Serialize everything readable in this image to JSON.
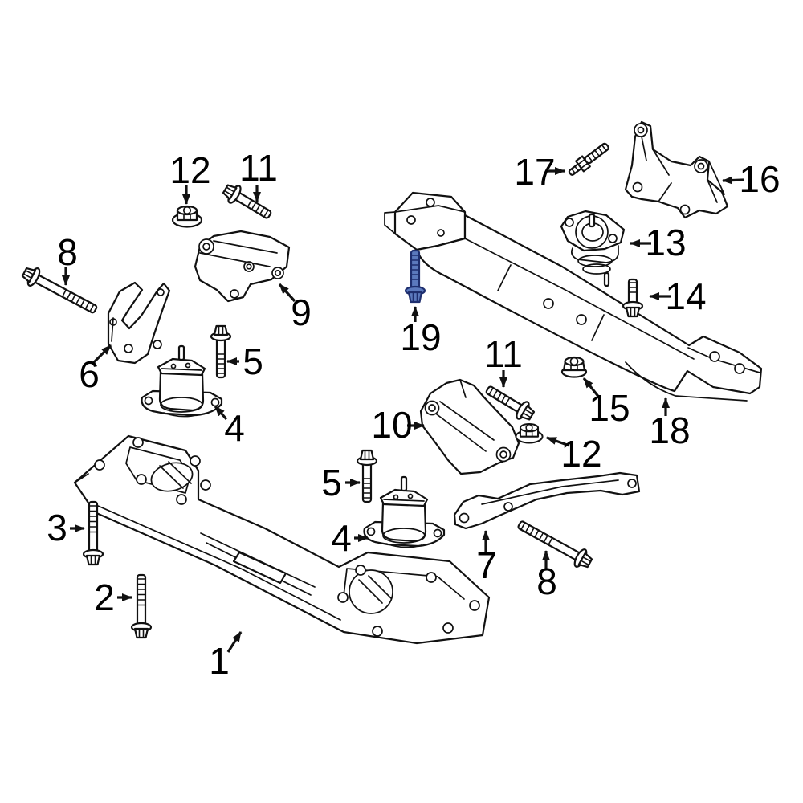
{
  "diagram": {
    "kind": "exploded-parts-diagram",
    "subject": "engine and transmission mounting",
    "background_color": "#ffffff",
    "line_color": "#111111",
    "label_color": "#000000",
    "highlight_fill": "#5b79bd",
    "highlight_stroke": "#1e2e6e",
    "highlighted_part_number": "19"
  },
  "callouts": [
    {
      "number": "1",
      "part": "front-crossmember"
    },
    {
      "number": "2",
      "part": "flange-bolt"
    },
    {
      "number": "3",
      "part": "flange-bolt"
    },
    {
      "number": "4",
      "part": "engine-mount-left"
    },
    {
      "number": "4",
      "part": "engine-mount-right"
    },
    {
      "number": "5",
      "part": "flange-bolt"
    },
    {
      "number": "5",
      "part": "flange-bolt"
    },
    {
      "number": "6",
      "part": "support-bracket"
    },
    {
      "number": "7",
      "part": "support-bracket"
    },
    {
      "number": "8",
      "part": "long-bolt"
    },
    {
      "number": "8",
      "part": "long-bolt"
    },
    {
      "number": "9",
      "part": "mount-bracket-left"
    },
    {
      "number": "10",
      "part": "mount-bracket-right"
    },
    {
      "number": "11",
      "part": "flange-bolt"
    },
    {
      "number": "11",
      "part": "flange-bolt"
    },
    {
      "number": "12",
      "part": "flange-nut"
    },
    {
      "number": "12",
      "part": "flange-nut"
    },
    {
      "number": "13",
      "part": "transmission-mount"
    },
    {
      "number": "14",
      "part": "flange-bolt"
    },
    {
      "number": "15",
      "part": "flange-nut"
    },
    {
      "number": "16",
      "part": "transmission-mount-bracket"
    },
    {
      "number": "17",
      "part": "stud"
    },
    {
      "number": "18",
      "part": "rear-crossmember"
    },
    {
      "number": "19",
      "part": "flange-bolt-highlighted"
    }
  ]
}
